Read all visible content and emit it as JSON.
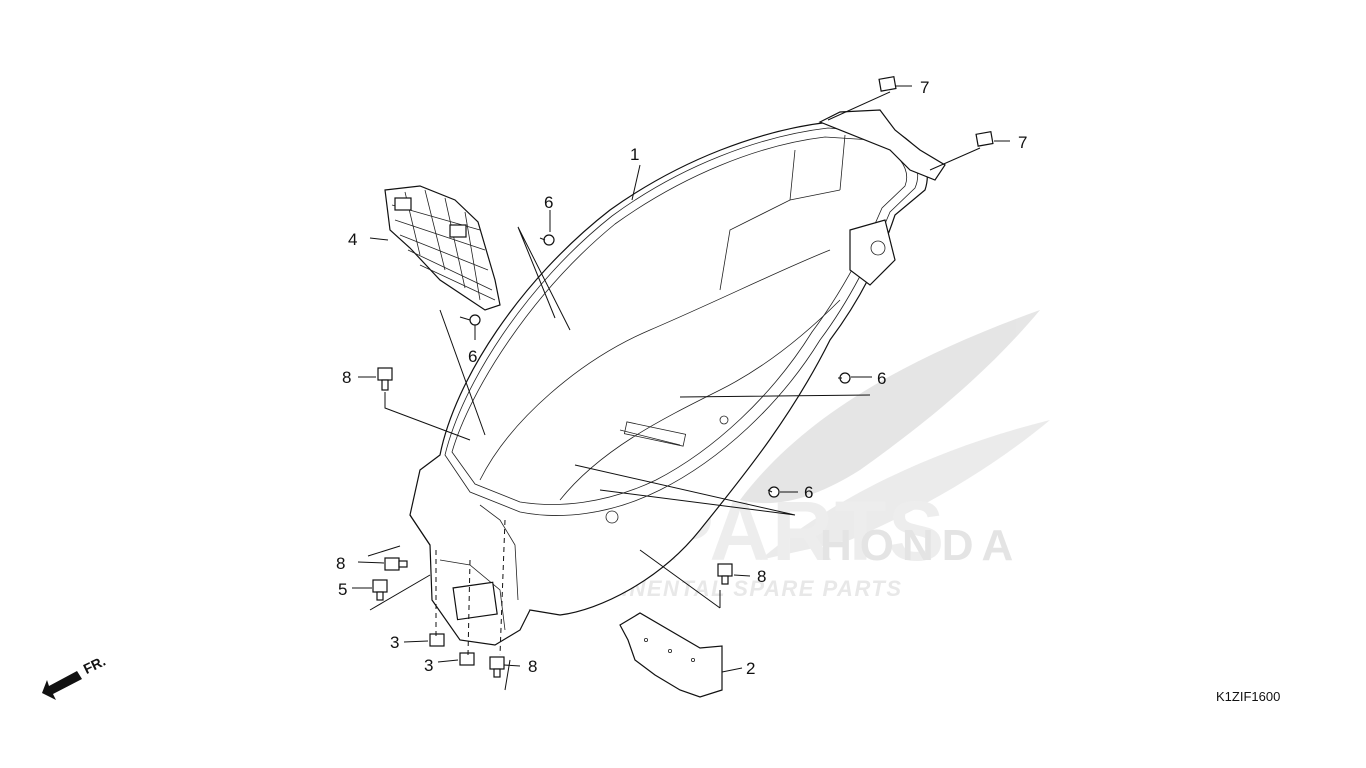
{
  "diagram_code": "K1ZIF1600",
  "front_arrow_label": "FR.",
  "watermark": {
    "brand": "CMSPARTS",
    "tagline": "INTERCONTINENTAL SPARE PARTS",
    "honda": "HONDA",
    "color_red": "#e9a0a0",
    "color_gray": "#d8d8d8"
  },
  "callouts": [
    {
      "id": "1",
      "label": "1"
    },
    {
      "id": "2",
      "label": "2"
    },
    {
      "id": "3a",
      "label": "3"
    },
    {
      "id": "3b",
      "label": "3"
    },
    {
      "id": "4",
      "label": "4"
    },
    {
      "id": "5",
      "label": "5"
    },
    {
      "id": "6a",
      "label": "6"
    },
    {
      "id": "6b",
      "label": "6"
    },
    {
      "id": "6c",
      "label": "6"
    },
    {
      "id": "6d",
      "label": "6"
    },
    {
      "id": "7a",
      "label": "7"
    },
    {
      "id": "7b",
      "label": "7"
    },
    {
      "id": "8a",
      "label": "8"
    },
    {
      "id": "8b",
      "label": "8"
    },
    {
      "id": "8c",
      "label": "8"
    },
    {
      "id": "8d",
      "label": "8"
    }
  ]
}
